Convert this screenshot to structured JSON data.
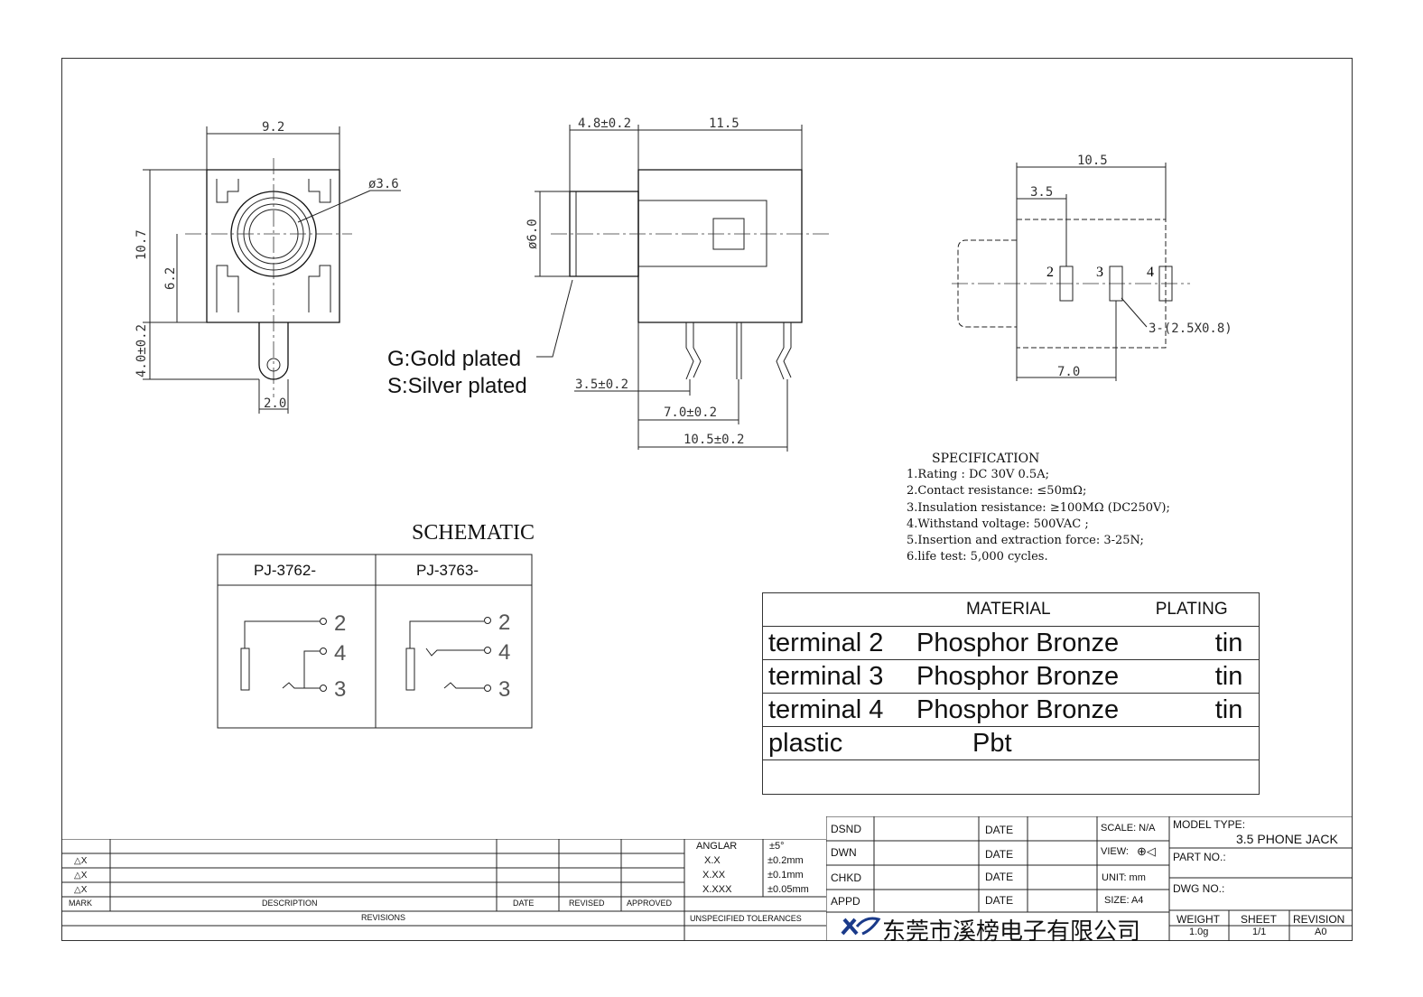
{
  "front_view": {
    "width": "9.2",
    "hole_dia": "ø3.6",
    "height": "10.7",
    "center_height": "6.2",
    "pin_length": "4.0±0.2",
    "pin_width": "2.0"
  },
  "side_view": {
    "front_len": "4.8±0.2",
    "body_len": "11.5",
    "barrel_dia": "ø6.0",
    "pin1": "3.5±0.2",
    "pin2": "7.0±0.2",
    "pin3": "10.5±0.2"
  },
  "plating_note": {
    "gold": "G:Gold  plated",
    "silver": "S:Silver plated"
  },
  "pcb_view": {
    "total": "10.5",
    "pin_offset": "3.5",
    "pin_span": "7.0",
    "pad_size": "3-(2.5X0.8)",
    "pins": [
      "2",
      "3",
      "4"
    ]
  },
  "specification": {
    "title": "SPECIFICATION",
    "items": [
      "1.Rating : DC 30V 0.5A;",
      "2.Contact resistance: ≤50mΩ;",
      "3.Insulation resistance: ≥100MΩ (DC250V);",
      "4.Withstand voltage: 500VAC ;",
      "5.Insertion and extraction force: 3-25N;",
      "6.life test: 5,000 cycles."
    ]
  },
  "schematic": {
    "title": "SCHEMATIC",
    "col1": "PJ-3762-",
    "col2": "PJ-3763-",
    "pins": [
      "2",
      "4",
      "3"
    ]
  },
  "materials": {
    "header_material": "MATERIAL",
    "header_plating": "PLATING",
    "rows": [
      {
        "part": "terminal 2",
        "material": "Phosphor Bronze",
        "plating": "tin"
      },
      {
        "part": "terminal 3",
        "material": "Phosphor Bronze",
        "plating": "tin"
      },
      {
        "part": "terminal 4",
        "material": "Phosphor Bronze",
        "plating": "tin"
      },
      {
        "part": "plastic",
        "material": "Pbt",
        "plating": ""
      }
    ]
  },
  "title_block": {
    "dsnd": "DSND",
    "dwn": "DWN",
    "chkd": "CHKD",
    "appd": "APPD",
    "date": "DATE",
    "scale": "SCALE: N/A",
    "view": "VIEW:",
    "unit": "UNIT: mm",
    "size": "SIZE: A4",
    "model_label": "MODEL TYPE:",
    "model_value": "3.5 PHONE JACK",
    "part_no": "PART NO.:",
    "dwg_no": "DWG NO.:",
    "weight_label": "WEIGHT",
    "weight_value": "1.0g",
    "sheet_label": "SHEET",
    "sheet_value": "1/1",
    "rev_label": "REVISION",
    "rev_value": "A0",
    "company": "东莞市溪榜电子有限公司",
    "tol_anglar": "ANGLAR",
    "tol_anglar_v": "±5°",
    "tol_x": "X.X",
    "tol_x_v": "±0.2mm",
    "tol_xx": "X.XX",
    "tol_xx_v": "±0.1mm",
    "tol_xxx": "X.XXX",
    "tol_xxx_v": "±0.05mm",
    "unspecified": "UNSPECIFIED TOLERANCES",
    "rev_marks": [
      "△X",
      "△X",
      "△X"
    ],
    "mark": "MARK",
    "description": "DESCRIPTION",
    "rdate": "DATE",
    "revised": "REVISED",
    "approved": "APPROVED",
    "revisions": "REVISIONS"
  }
}
